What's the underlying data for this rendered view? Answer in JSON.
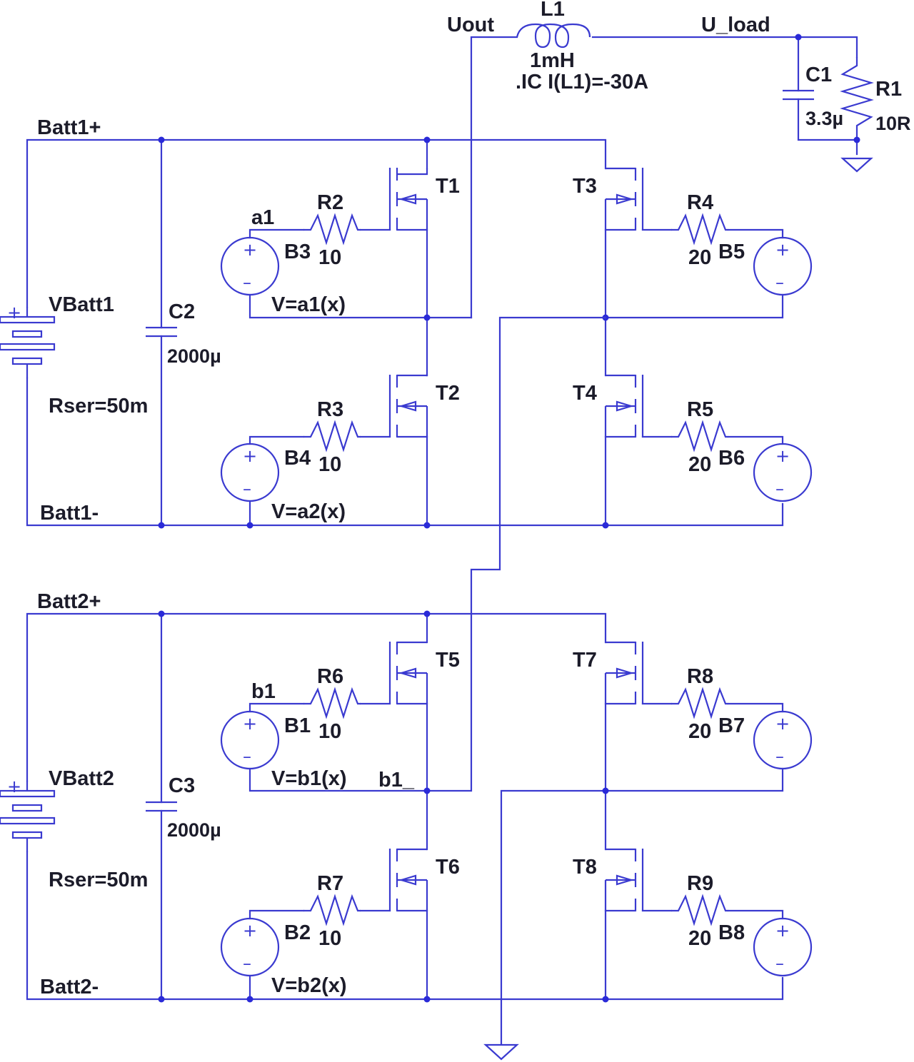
{
  "nets": {
    "uout": "Uout",
    "u_load": "U_load",
    "batt1_plus": "Batt1+",
    "batt1_minus": "Batt1-",
    "batt2_plus": "Batt2+",
    "batt2_minus": "Batt2-",
    "a1": "a1",
    "b1": "b1",
    "b1_": "b1_"
  },
  "inductor": {
    "name": "L1",
    "value": "1mH",
    "ic": ".IC I(L1)=-30A"
  },
  "load_cap": {
    "name": "C1",
    "value": "3.3µ"
  },
  "load_res": {
    "name": "R1",
    "value": "10R"
  },
  "batteries": [
    {
      "name": "VBatt1",
      "rser": "Rser=50m"
    },
    {
      "name": "VBatt2",
      "rser": "Rser=50m"
    }
  ],
  "bus_caps": [
    {
      "name": "C2",
      "value": "2000µ"
    },
    {
      "name": "C3",
      "value": "2000µ"
    }
  ],
  "transistors": [
    "T1",
    "T2",
    "T3",
    "T4",
    "T5",
    "T6",
    "T7",
    "T8"
  ],
  "gate_resistors": [
    {
      "name": "R2",
      "value": "10"
    },
    {
      "name": "R3",
      "value": "10"
    },
    {
      "name": "R4",
      "value": "20"
    },
    {
      "name": "R5",
      "value": "20"
    },
    {
      "name": "R6",
      "value": "10"
    },
    {
      "name": "R7",
      "value": "10"
    },
    {
      "name": "R8",
      "value": "20"
    },
    {
      "name": "R9",
      "value": "20"
    }
  ],
  "sources": [
    {
      "name": "B3",
      "expr": "V=a1(x)"
    },
    {
      "name": "B4",
      "expr": "V=a2(x)"
    },
    {
      "name": "B5",
      "expr": ""
    },
    {
      "name": "B6",
      "expr": ""
    },
    {
      "name": "B1",
      "expr": "V=b1(x)"
    },
    {
      "name": "B2",
      "expr": "V=b2(x)"
    },
    {
      "name": "B7",
      "expr": ""
    },
    {
      "name": "B8",
      "expr": ""
    }
  ],
  "polarity": {
    "plus": "+",
    "minus": "–"
  },
  "colors": {
    "wire": "#3a3ad0",
    "junction": "#2a2ad8",
    "text": "#1c1c2a"
  }
}
